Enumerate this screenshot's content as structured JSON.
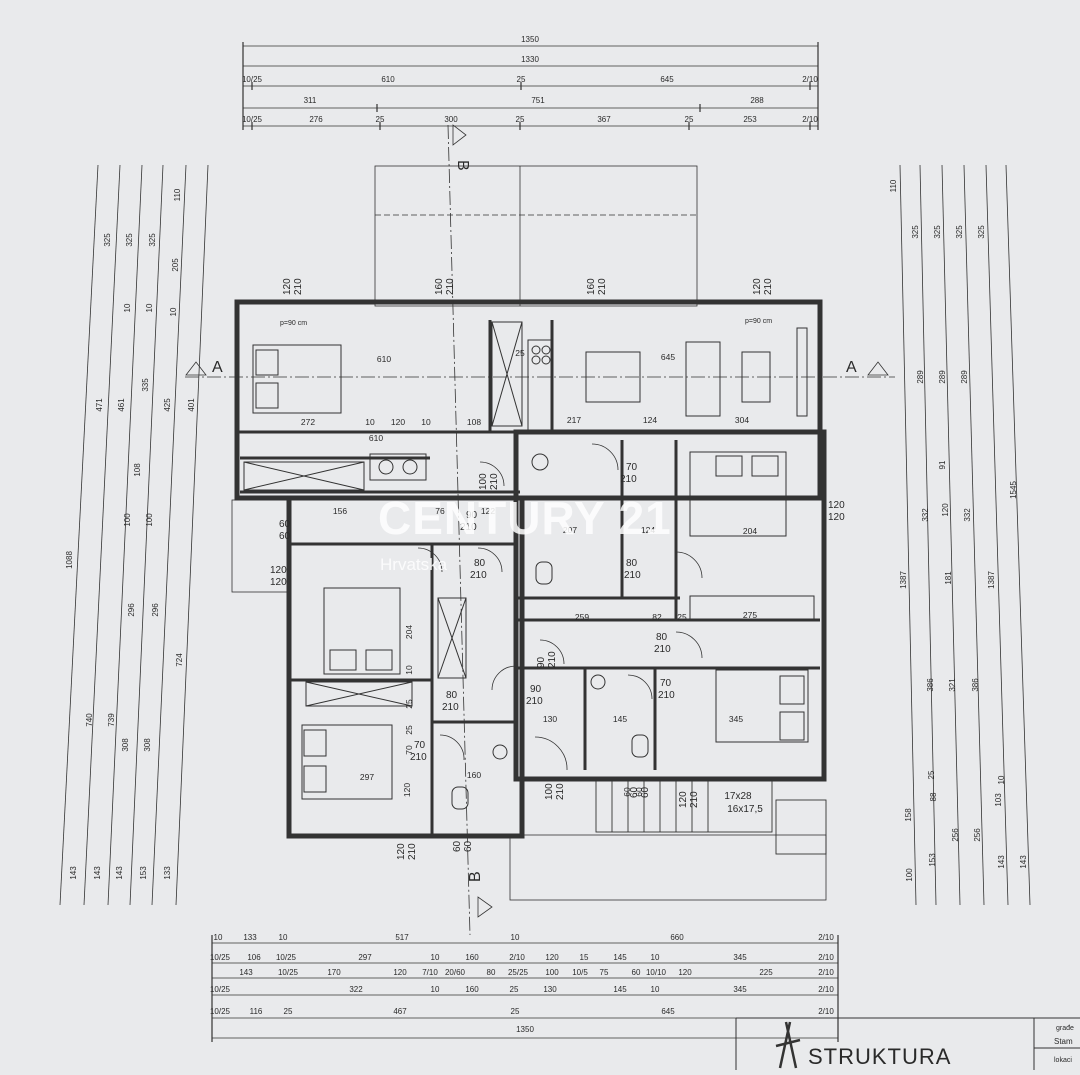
{
  "top_dims": {
    "row1": [
      "1350"
    ],
    "row2": [
      "1330"
    ],
    "row3": [
      "10/25",
      "610",
      "25",
      "645",
      "2/10"
    ],
    "row4": [
      "311",
      "751",
      "288"
    ],
    "row5": [
      "10/25",
      "276",
      "25",
      "300",
      "25",
      "367",
      "25",
      "253",
      "2/10"
    ]
  },
  "left_dims": [
    "1088",
    "740",
    "739",
    "471",
    "461",
    "335",
    "425",
    "401",
    "724",
    "325",
    "325",
    "325",
    "110",
    "205",
    "10",
    "10",
    "10",
    "100",
    "100",
    "108",
    "296",
    "296",
    "308",
    "308",
    "143",
    "143",
    "143",
    "153",
    "133"
  ],
  "right_dims": [
    "1545",
    "1387",
    "1387",
    "110",
    "325",
    "325",
    "325",
    "325",
    "289",
    "289",
    "289",
    "91",
    "120",
    "332",
    "332",
    "181",
    "386",
    "321",
    "386",
    "25",
    "88",
    "256",
    "256",
    "158",
    "103",
    "100",
    "153",
    "143",
    "143",
    "10"
  ],
  "bottom_dims": {
    "row1": [
      "10",
      "133",
      "10",
      "517",
      "10",
      "660",
      "2/10"
    ],
    "row2": [
      "10/25",
      "106",
      "10/25",
      "297",
      "10",
      "160",
      "2/10",
      "120",
      "15",
      "145",
      "10",
      "345",
      "2/10"
    ],
    "row3": [
      "143",
      "10/25",
      "170",
      "120",
      "7/10",
      "20/60",
      "80",
      "25/25",
      "100",
      "10/5",
      "75",
      "60",
      "10/10",
      "120",
      "225",
      "2/10"
    ],
    "row4": [
      "10/25",
      "322",
      "10",
      "160",
      "25",
      "130",
      "145",
      "10",
      "345",
      "2/10"
    ],
    "row5": [
      "10/25",
      "116",
      "25",
      "467",
      "25",
      "645",
      "2/10"
    ],
    "row6": [
      "1350"
    ]
  },
  "plan_labels": {
    "sill_left": "p=90 cm",
    "sill_right": "p=90 cm",
    "room_dims": [
      "610",
      "645",
      "272",
      "10",
      "120",
      "10",
      "108",
      "217",
      "124",
      "304",
      "610",
      "156",
      "122",
      "76",
      "207",
      "124",
      "204",
      "259",
      "82",
      "25",
      "275",
      "297",
      "345",
      "130",
      "145",
      "160",
      "120",
      "204"
    ],
    "stair": [
      "17x28",
      "16x17,5"
    ],
    "vertical_small": [
      "10",
      "25",
      "25",
      "70",
      "60",
      "60",
      "25"
    ]
  },
  "openings": [
    {
      "w": "120",
      "h": "210"
    },
    {
      "w": "160",
      "h": "210"
    },
    {
      "w": "160",
      "h": "210"
    },
    {
      "w": "120",
      "h": "210"
    },
    {
      "w": "100",
      "h": "210"
    },
    {
      "w": "70",
      "h": "210"
    },
    {
      "w": "120",
      "h": "120"
    },
    {
      "w": "60",
      "h": "60"
    },
    {
      "w": "120",
      "h": "120"
    },
    {
      "w": "90",
      "h": "210"
    },
    {
      "w": "80",
      "h": "210"
    },
    {
      "w": "80",
      "h": "210"
    },
    {
      "w": "80",
      "h": "210"
    },
    {
      "w": "90",
      "h": "210"
    },
    {
      "w": "90",
      "h": "210"
    },
    {
      "w": "70",
      "h": "210"
    },
    {
      "w": "80",
      "h": "210"
    },
    {
      "w": "70",
      "h": "210"
    },
    {
      "w": "100",
      "h": "210"
    },
    {
      "w": "120",
      "h": "210"
    },
    {
      "w": "60",
      "h": "60"
    },
    {
      "w": "120",
      "h": "210"
    },
    {
      "w": "60",
      "h": "60"
    }
  ],
  "section_markers": {
    "a_left": "A",
    "a_right": "A",
    "b_top": "B",
    "b_bottom": "B"
  },
  "watermark": {
    "brand": "CENTURY 21",
    "sub": "Hrvatska"
  },
  "title_block": {
    "logo_text": "STRUKTURA",
    "field1": "građe",
    "field2": "Stam",
    "field3": "lokaci"
  },
  "colors": {
    "paper": "#e9eaec",
    "ink": "#2a2a2a",
    "watermark": "#ffffff"
  }
}
